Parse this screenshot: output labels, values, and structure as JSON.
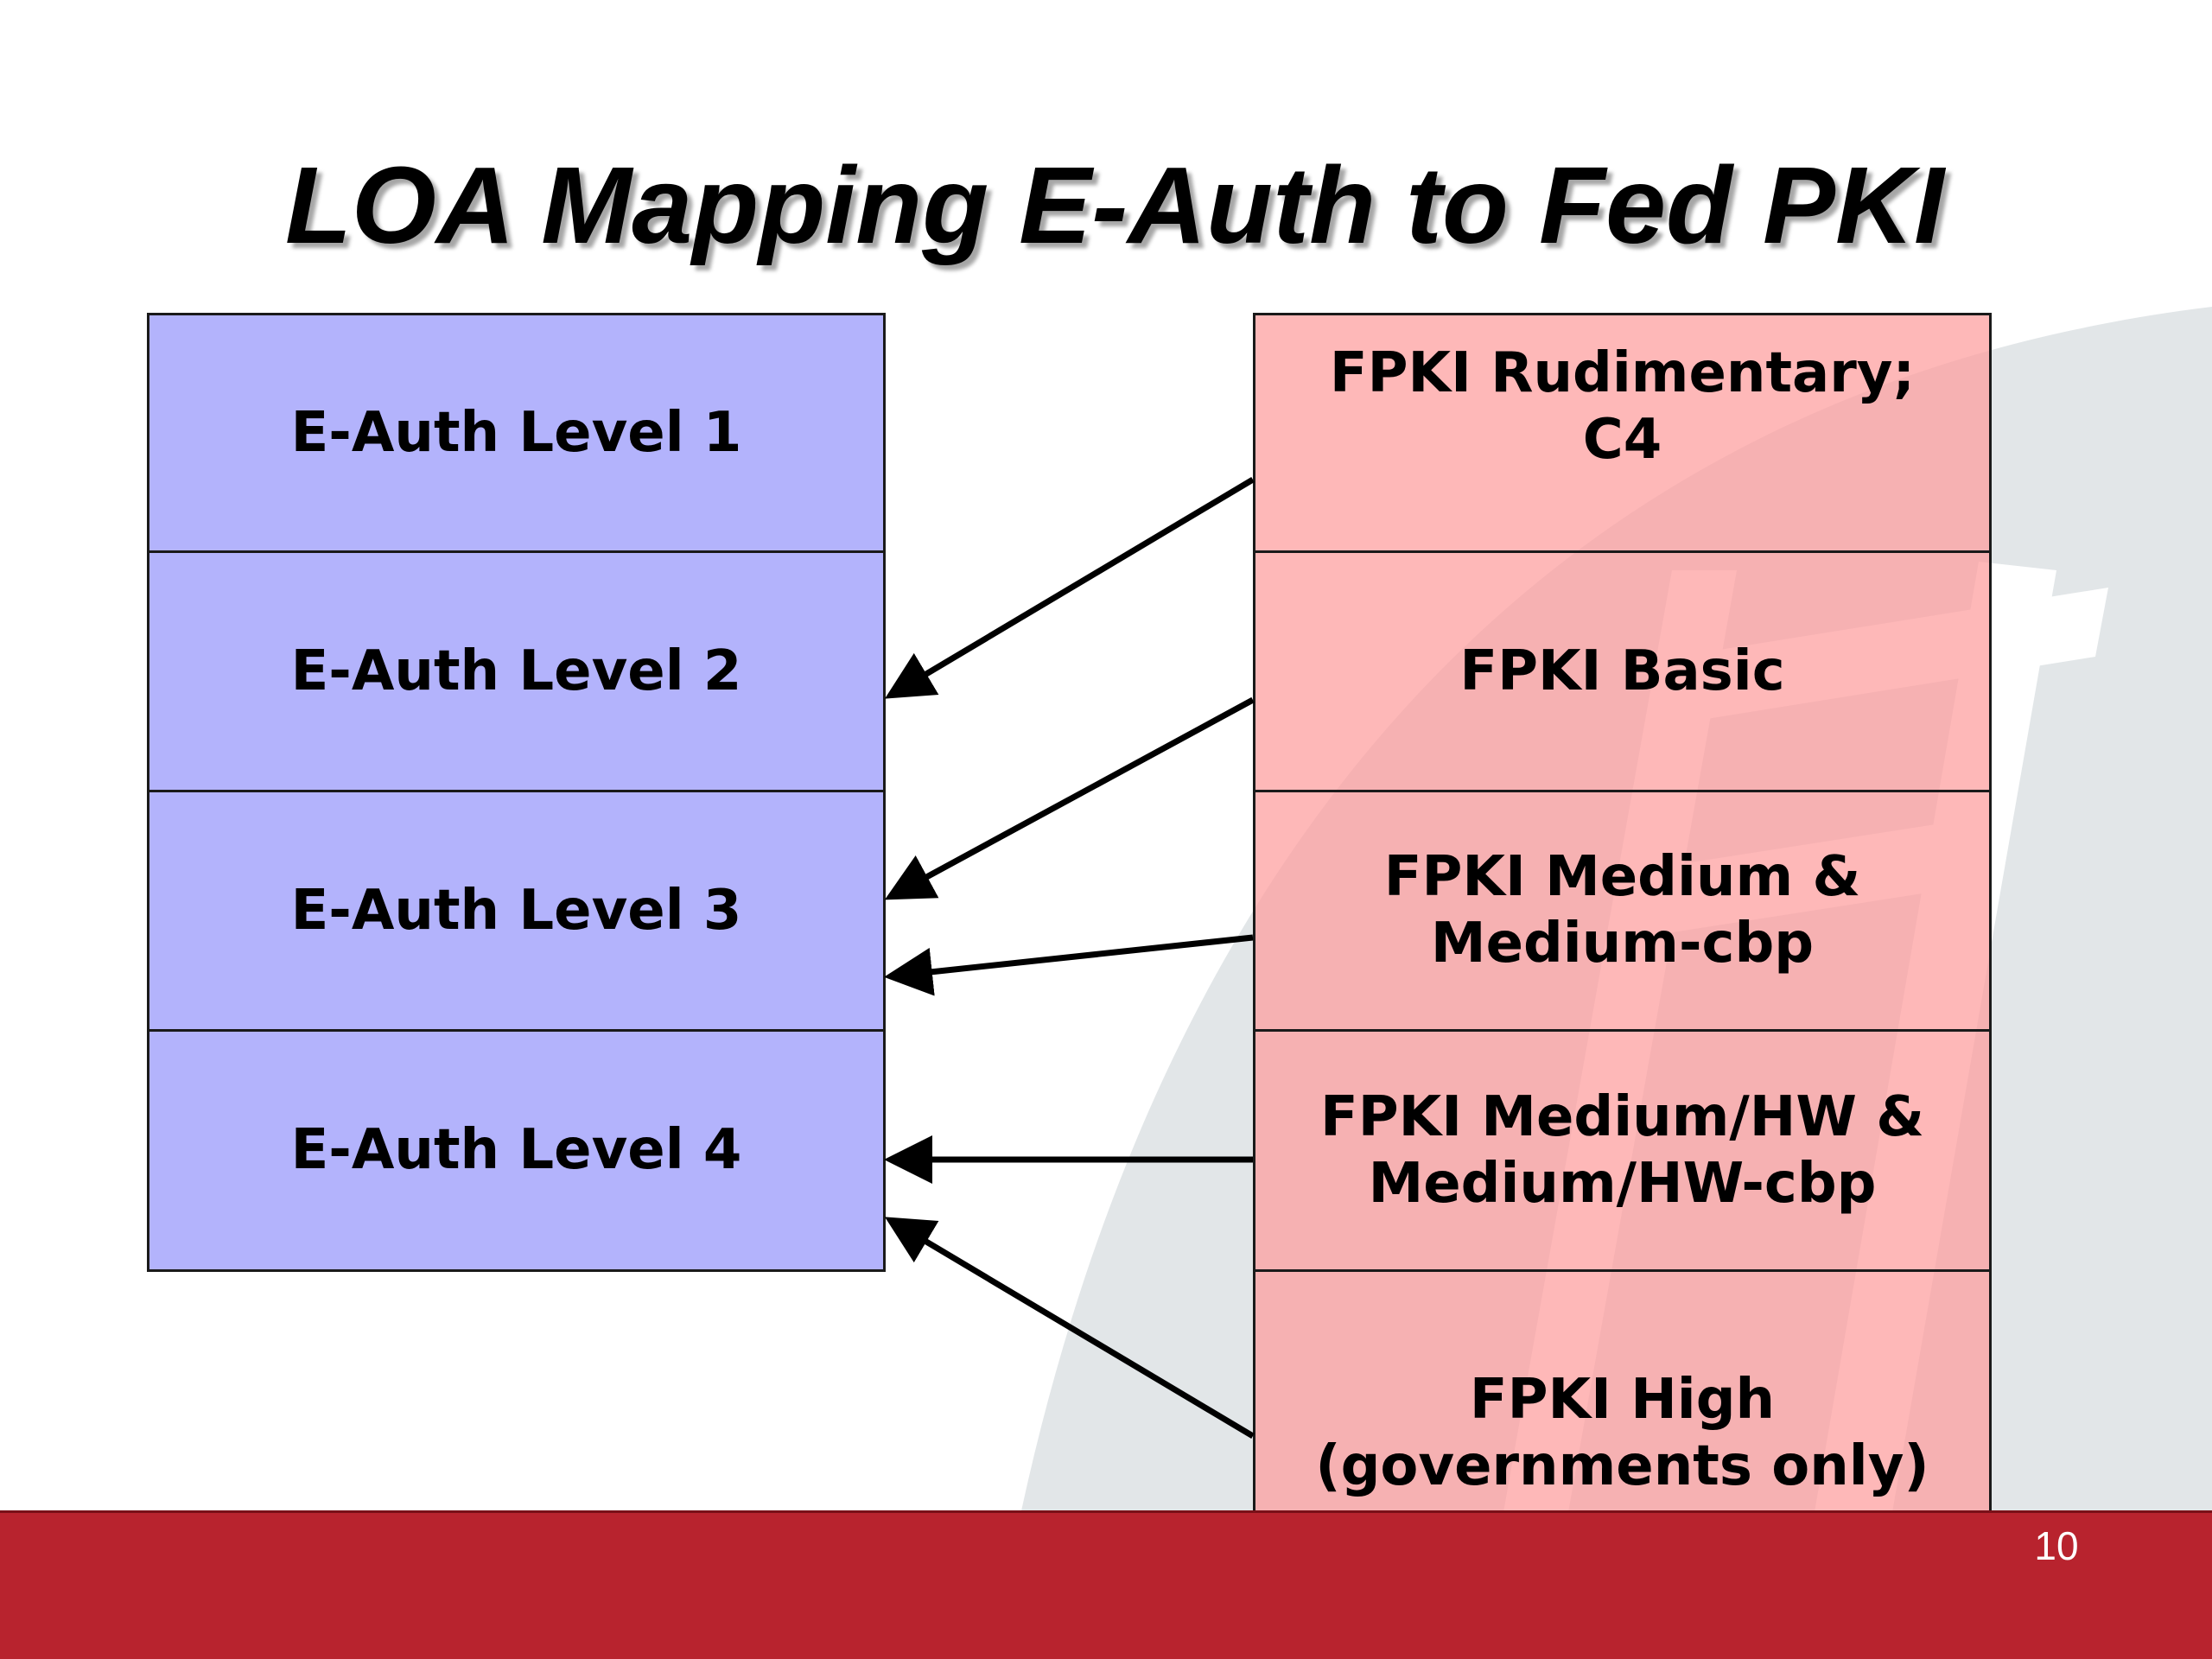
{
  "slide": {
    "title": "LOA Mapping E-Auth to Fed PKI",
    "page_number": "10"
  },
  "eauth_levels": [
    {
      "label": "E-Auth Level 1"
    },
    {
      "label": "E-Auth Level 2"
    },
    {
      "label": "E-Auth Level 3"
    },
    {
      "label": "E-Auth Level 4"
    }
  ],
  "fpki_levels": [
    {
      "label": "FPKI Rudimentary;\nC4"
    },
    {
      "label": "FPKI Basic"
    },
    {
      "label": "FPKI Medium &\nMedium-cbp"
    },
    {
      "label": "FPKI Medium/HW &\nMedium/HW-cbp"
    },
    {
      "label": "FPKI High\n(governments only)"
    }
  ],
  "mappings": [
    {
      "from": "FPKI Rudimentary; C4",
      "to": "E-Auth Level 2"
    },
    {
      "from": "FPKI Basic",
      "to": "E-Auth Level 3"
    },
    {
      "from": "FPKI Medium & Medium-cbp",
      "to": "E-Auth Level 3"
    },
    {
      "from": "FPKI Medium/HW & Medium/HW-cbp",
      "to": "E-Auth Level 4"
    },
    {
      "from": "FPKI High (governments only)",
      "to": "E-Auth Level 4"
    }
  ],
  "colors": {
    "eauth_fill": "#b3b3fc",
    "fpki_fill": "#fd9d9d",
    "footer_bar": "#b8232e",
    "watermark": "#e2e6e8"
  }
}
